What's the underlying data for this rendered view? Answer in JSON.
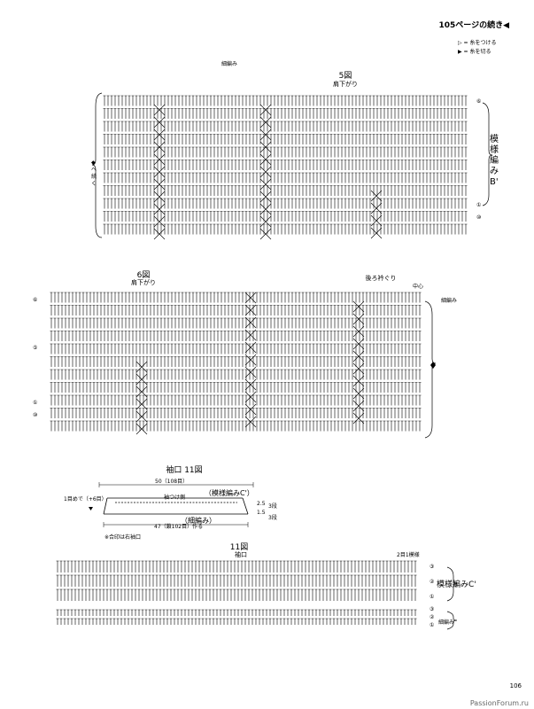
{
  "header": {
    "continued": "105ページの続き◀"
  },
  "legend": {
    "attach": "▷ = 糸をつける",
    "cut": "▶ = 糸を切る"
  },
  "fig5": {
    "title": "5図",
    "subtitle": "肩下がり",
    "fine_label": "細編み",
    "side_label": "模様編みB'",
    "left_label": "◆へ続く",
    "rows": [
      "⑥",
      "①",
      "⑩"
    ]
  },
  "fig6": {
    "title": "6図",
    "subtitle": "肩下がり",
    "neck_label": "後ろ衿ぐり",
    "center_label": "中心",
    "fine_label": "細編み",
    "rows": [
      "⑥",
      "⑤",
      "①",
      "⑩"
    ]
  },
  "cuff": {
    "title": "袖口 11図",
    "top_dim": "50（108目）",
    "pickup": "1目めで（+6目）",
    "sewing_side": "袖つけ側",
    "pattern": "（模様編みC'）",
    "fine": "（細編み）",
    "bottom_dim": "47（鎖102目）作る",
    "note": "※合印は右袖口",
    "h1": "2.5",
    "h2": "1.5",
    "r1": "3段",
    "r2": "3段"
  },
  "fig11": {
    "title": "11図",
    "subtitle": "袖口",
    "one_pattern": "2目1模様",
    "side_label": "模様編みC'",
    "fine_label": "細編み",
    "rows": [
      "③",
      "②",
      "①",
      "③",
      "②",
      "①"
    ]
  },
  "footer": {
    "page": "106",
    "watermark": "PassionForum.ru"
  }
}
